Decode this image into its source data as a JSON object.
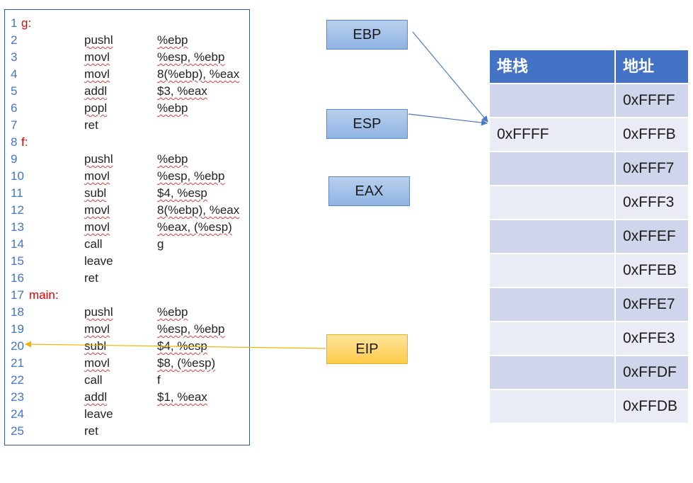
{
  "code": [
    {
      "n": "1",
      "label": "g:",
      "op": "",
      "arg": "",
      "sq_op": false,
      "sq_arg": false
    },
    {
      "n": "2",
      "label": "",
      "op": "pushl",
      "arg": "%ebp",
      "sq_op": true,
      "sq_arg": true
    },
    {
      "n": "3",
      "label": "",
      "op": "movl",
      "arg": "%esp, %ebp",
      "sq_op": true,
      "sq_arg": true
    },
    {
      "n": "4",
      "label": "",
      "op": "movl",
      "arg": "8(%ebp), %eax",
      "sq_op": true,
      "sq_arg": true
    },
    {
      "n": "5",
      "label": "",
      "op": "addl",
      "arg": "$3, %eax",
      "sq_op": true,
      "sq_arg": true
    },
    {
      "n": "6",
      "label": "",
      "op": "popl",
      "arg": "%ebp",
      "sq_op": true,
      "sq_arg": true
    },
    {
      "n": "7",
      "label": "",
      "op": "ret",
      "arg": "",
      "sq_op": false,
      "sq_arg": false
    },
    {
      "n": "8",
      "label": "f:",
      "op": "",
      "arg": "",
      "sq_op": false,
      "sq_arg": false
    },
    {
      "n": "9",
      "label": "",
      "op": "pushl",
      "arg": "%ebp",
      "sq_op": true,
      "sq_arg": true
    },
    {
      "n": "10",
      "label": "",
      "op": "movl",
      "arg": "%esp, %ebp",
      "sq_op": true,
      "sq_arg": true
    },
    {
      "n": "11",
      "label": "",
      "op": "subl",
      "arg": "$4, %esp",
      "sq_op": true,
      "sq_arg": true
    },
    {
      "n": "12",
      "label": "",
      "op": "movl",
      "arg": "8(%ebp), %eax",
      "sq_op": true,
      "sq_arg": true
    },
    {
      "n": "13",
      "label": "",
      "op": "movl",
      "arg": "%eax, (%esp)",
      "sq_op": true,
      "sq_arg": true
    },
    {
      "n": "14",
      "label": "",
      "op": "call",
      "arg": "g",
      "sq_op": false,
      "sq_arg": false
    },
    {
      "n": "15",
      "label": "",
      "op": "leave",
      "arg": "",
      "sq_op": false,
      "sq_arg": false
    },
    {
      "n": "16",
      "label": "",
      "op": "ret",
      "arg": "",
      "sq_op": false,
      "sq_arg": false
    },
    {
      "n": "17",
      "label": "main:",
      "op": "",
      "arg": "",
      "sq_op": false,
      "sq_arg": false
    },
    {
      "n": "18",
      "label": "",
      "op": "pushl",
      "arg": "%ebp",
      "sq_op": true,
      "sq_arg": true
    },
    {
      "n": "19",
      "label": "",
      "op": "movl",
      "arg": "%esp, %ebp",
      "sq_op": true,
      "sq_arg": true
    },
    {
      "n": "20",
      "label": "",
      "op": "subl",
      "arg": "$4, %esp",
      "sq_op": true,
      "sq_arg": true
    },
    {
      "n": "21",
      "label": "",
      "op": "movl",
      "arg": "$8, (%esp)",
      "sq_op": true,
      "sq_arg": true
    },
    {
      "n": "22",
      "label": "",
      "op": "call",
      "arg": "f",
      "sq_op": false,
      "sq_arg": false
    },
    {
      "n": "23",
      "label": "",
      "op": "addl",
      "arg": "$1, %eax",
      "sq_op": true,
      "sq_arg": true
    },
    {
      "n": "24",
      "label": "",
      "op": "leave",
      "arg": "",
      "sq_op": false,
      "sq_arg": false
    },
    {
      "n": "25",
      "label": "",
      "op": "ret",
      "arg": "",
      "sq_op": false,
      "sq_arg": false
    }
  ],
  "registers": {
    "ebp": "EBP",
    "esp": "ESP",
    "eax": "EAX",
    "eip": "EIP"
  },
  "stack": {
    "headers": [
      "堆栈",
      "地址"
    ],
    "rows": [
      {
        "value": "",
        "addr": "0xFFFF"
      },
      {
        "value": "0xFFFF",
        "addr": "0xFFFB"
      },
      {
        "value": "",
        "addr": "0xFFF7"
      },
      {
        "value": "",
        "addr": "0xFFF3"
      },
      {
        "value": "",
        "addr": "0xFFEF"
      },
      {
        "value": "",
        "addr": "0xFFEB"
      },
      {
        "value": "",
        "addr": "0xFFE7"
      },
      {
        "value": "",
        "addr": "0xFFE3"
      },
      {
        "value": "",
        "addr": "0xFFDF"
      },
      {
        "value": "",
        "addr": "0xFFDB"
      }
    ]
  },
  "pointers": {
    "ebp_target_row": 1,
    "esp_target_row": 1,
    "eip_target_line": 20
  },
  "colors": {
    "header": "#4472c4",
    "row_a": "#cfd5ea",
    "row_b": "#e9ebf5",
    "label_red": "#e00000",
    "line_num": "#4472c4",
    "arrow_blue": "#4a78c2",
    "arrow_yellow": "#f0b400"
  }
}
